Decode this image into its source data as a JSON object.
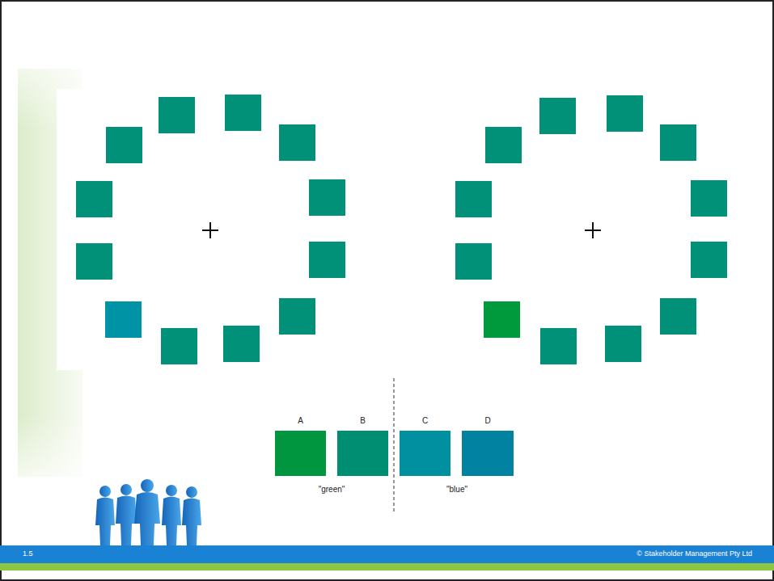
{
  "diagram": {
    "nodes": [
      {
        "text": [
          "A"
        ]
      },
      {
        "text": [
          "B"
        ]
      },
      {
        "text": [
          "C"
        ]
      },
      {
        "text": [
          "D"
        ]
      }
    ],
    "labels": [
      "\"green\"",
      "\"blue\"",
      "1.5",
      "© Stakeholder Management Pty Ltd"
    ]
  }
}
